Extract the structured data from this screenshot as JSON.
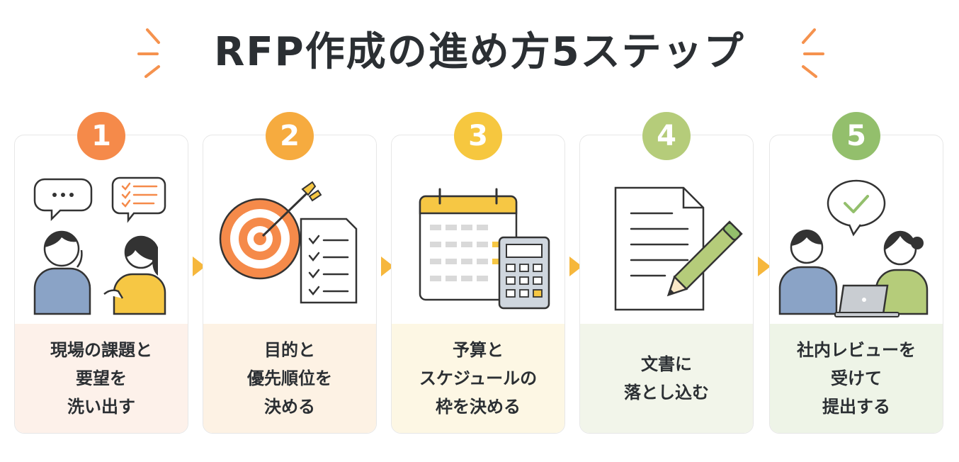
{
  "title": "RFP作成の進め方5ステップ",
  "colors": {
    "step1": "#f58a4a",
    "step2": "#f6ab3f",
    "step3": "#f6c73f",
    "step4": "#b5cc7a",
    "step5": "#93bf6c",
    "arrow": "#f6b73c"
  },
  "steps": [
    {
      "number": "1",
      "line1": "現場の課題と",
      "line2": "要望を",
      "line3": "洗い出す",
      "icon": "discussion-people-icon"
    },
    {
      "number": "2",
      "line1": "目的と",
      "line2": "優先順位を",
      "line3": "決める",
      "icon": "target-checklist-icon"
    },
    {
      "number": "3",
      "line1": "予算と",
      "line2": "スケジュールの",
      "line3": "枠を決める",
      "icon": "calendar-calculator-icon"
    },
    {
      "number": "4",
      "line1": "文書に",
      "line2": "落とし込む",
      "line3": "",
      "icon": "document-pencil-icon"
    },
    {
      "number": "5",
      "line1": "社内レビューを",
      "line2": "受けて",
      "line3": "提出する",
      "icon": "review-people-laptop-icon"
    }
  ]
}
